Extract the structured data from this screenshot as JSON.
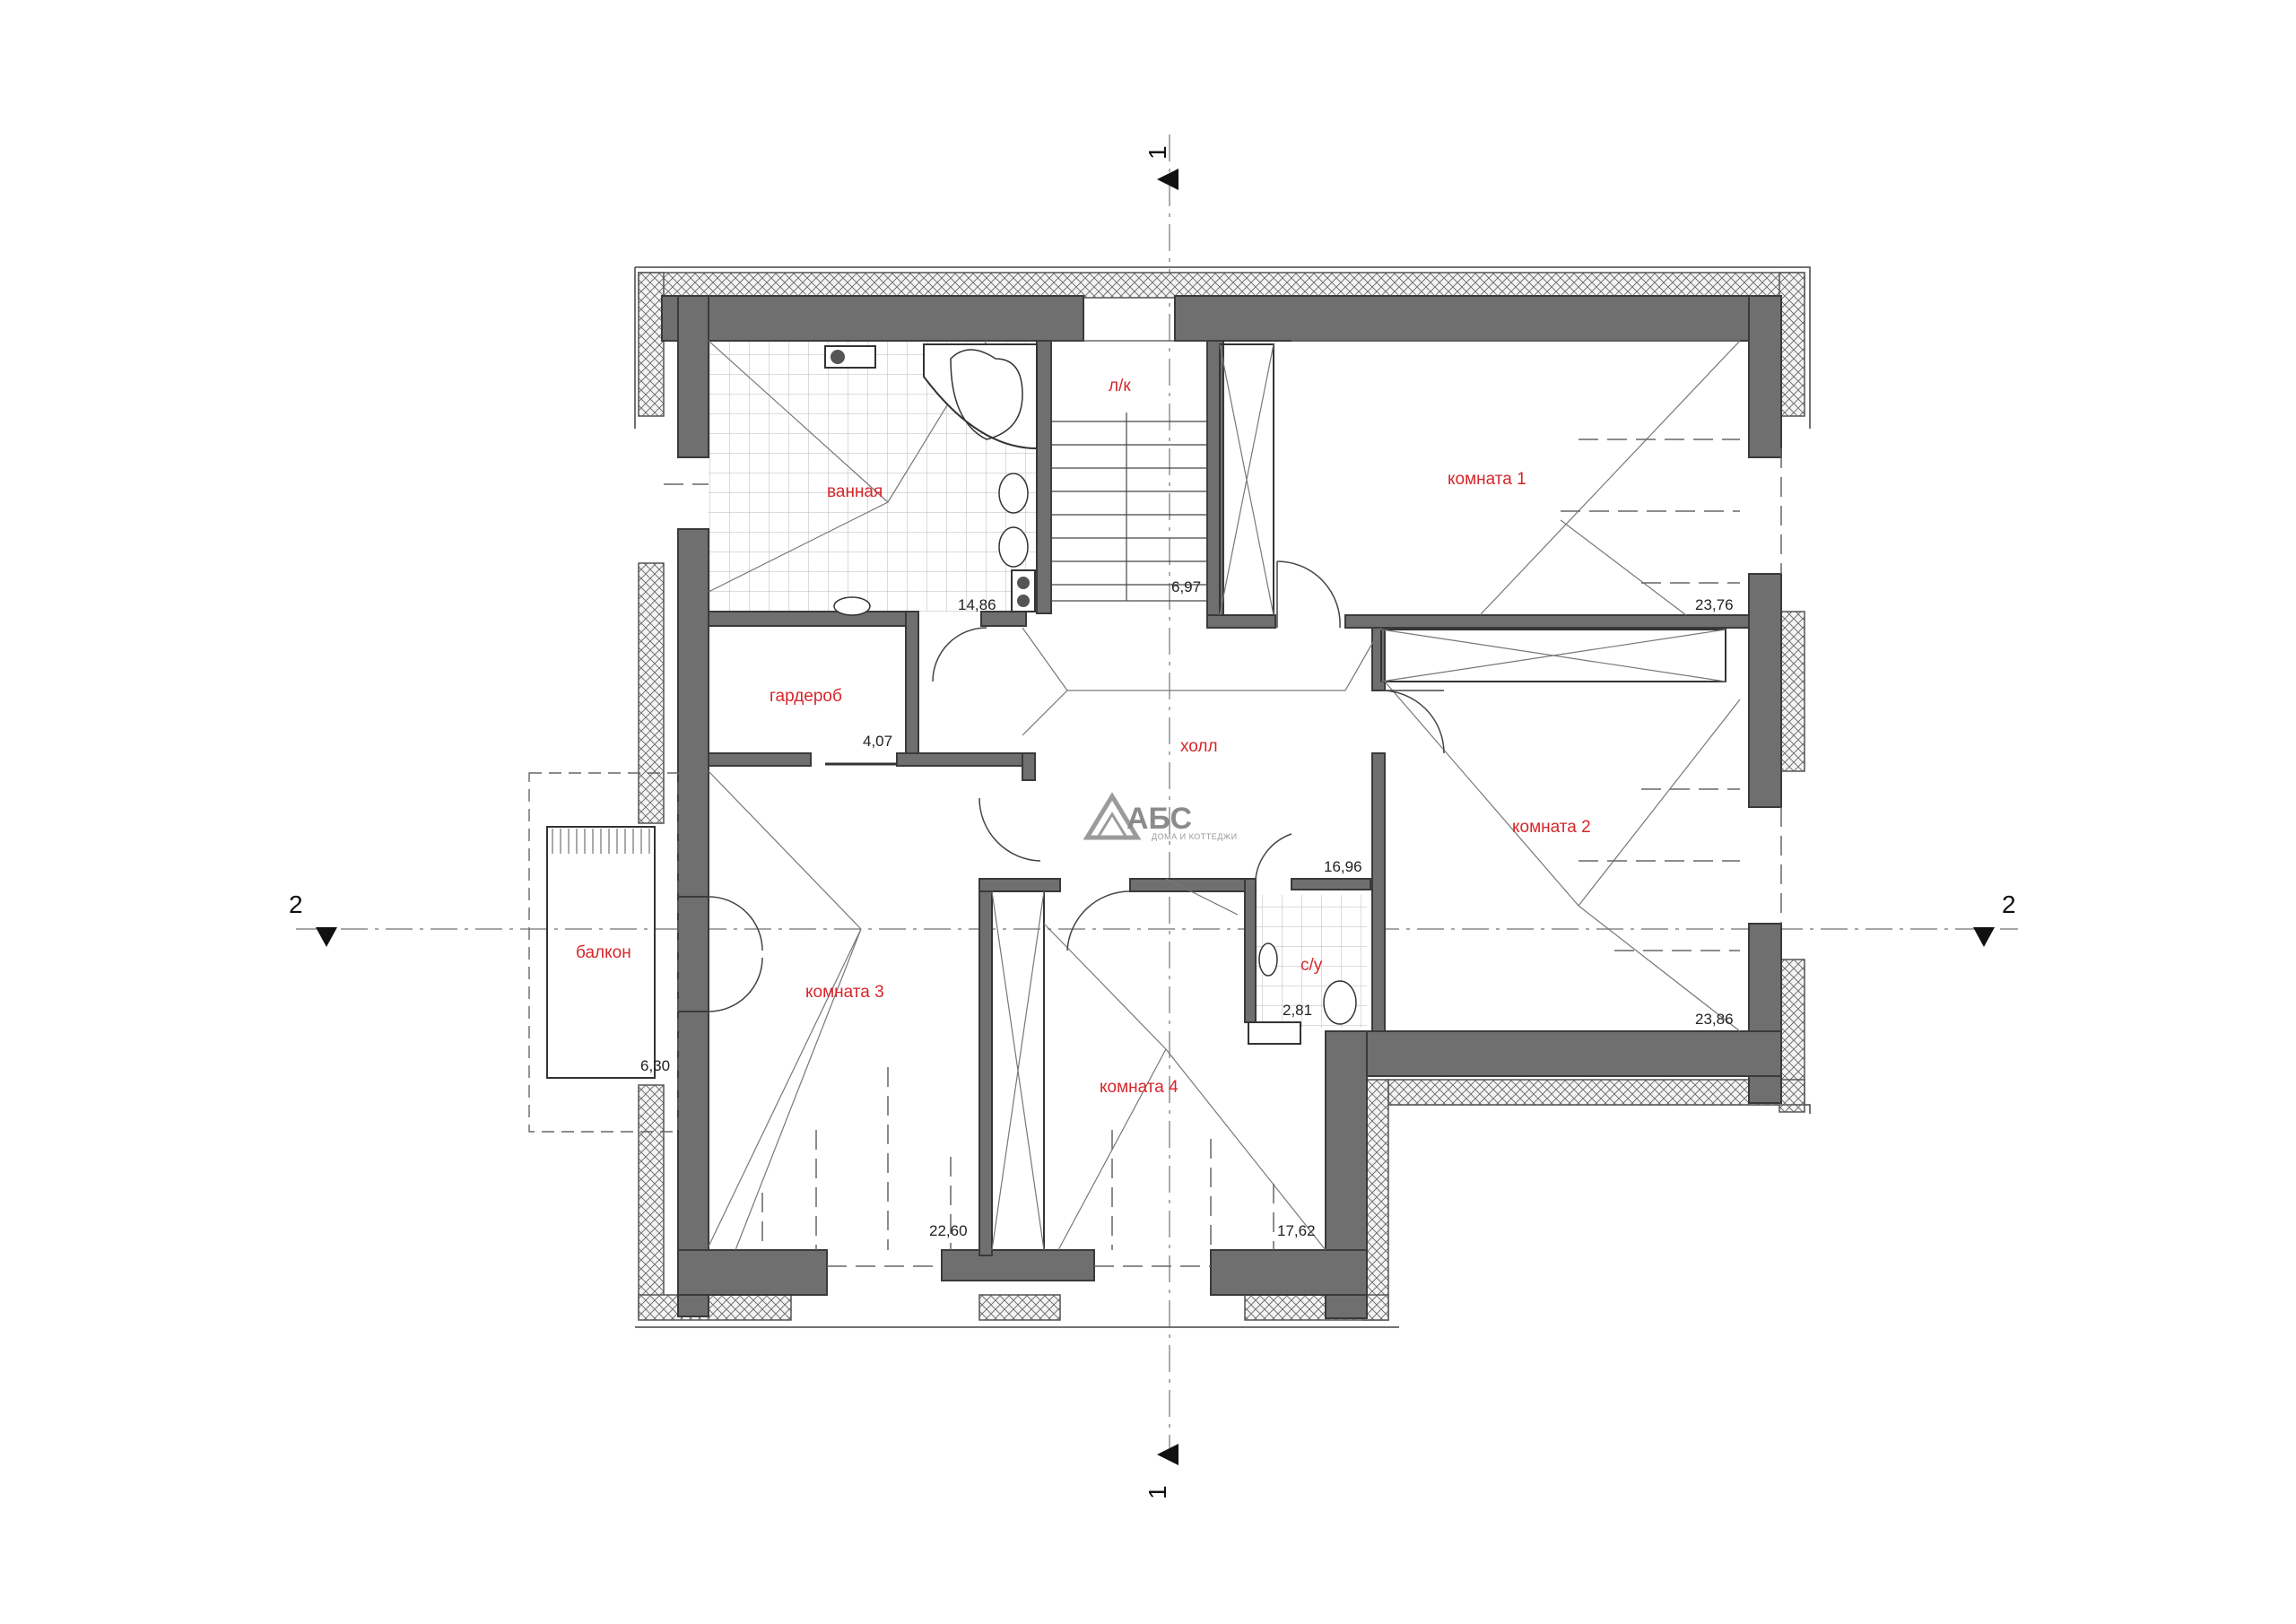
{
  "rooms": {
    "bathroom": {
      "name": "ванная",
      "area": "14,86"
    },
    "stair": {
      "name": "л/к",
      "area": "6,97"
    },
    "room1": {
      "name": "комната 1",
      "area": "23,76"
    },
    "wardrobe": {
      "name": "гардероб",
      "area": "4,07"
    },
    "hall": {
      "name": "холл",
      "area": "16,96"
    },
    "room2": {
      "name": "комната 2",
      "area": "23,86"
    },
    "balcony": {
      "name": "балкон",
      "area": "6,30"
    },
    "room3": {
      "name": "комната 3",
      "area": "22,60"
    },
    "wc": {
      "name": "с/у",
      "area": "2,81"
    },
    "room4": {
      "name": "комната 4",
      "area": "17,62"
    }
  },
  "axes": {
    "axis1_top": "1",
    "axis1_bottom": "1",
    "axis2_left": "2",
    "axis2_right": "2"
  },
  "logo": {
    "name": "АБС",
    "tagline": "ДОМА И КОТТЕДЖИ"
  },
  "colors": {
    "room_label": "#d7262b",
    "wall": "#6f6f6f"
  }
}
